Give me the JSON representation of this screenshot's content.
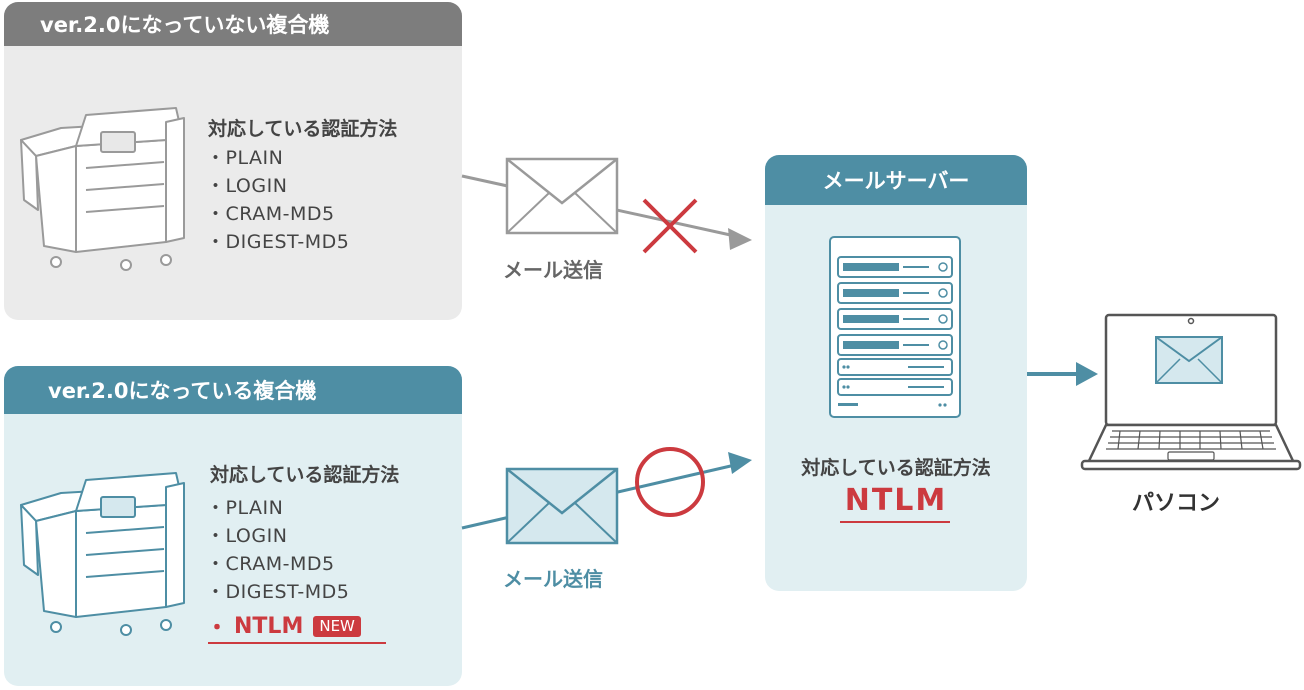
{
  "old_device": {
    "title": "ver.2.0になっていない複合機",
    "auth_title": "対応している認証方法",
    "methods": [
      "PLAIN",
      "LOGIN",
      "CRAM-MD5",
      "DIGEST-MD5"
    ]
  },
  "new_device": {
    "title": "ver.2.0になっている複合機",
    "auth_title": "対応している認証方法",
    "methods": [
      "PLAIN",
      "LOGIN",
      "CRAM-MD5",
      "DIGEST-MD5"
    ],
    "new_method": "NTLM",
    "new_badge": "NEW"
  },
  "send_label_top": "メール送信",
  "send_label_bottom": "メール送信",
  "server": {
    "title": "メールサーバー",
    "auth_title": "対応している認証方法",
    "method": "NTLM"
  },
  "pc_label": "パソコン",
  "colors": {
    "gray": "#7d7d7d",
    "teal": "#4e8ea4",
    "red": "#cc3a3f",
    "light_gray": "#ebebeb",
    "light_teal": "#e1eff2"
  },
  "icons": {
    "old_printer": "multifunction-printer-icon",
    "new_printer": "multifunction-printer-icon",
    "envelope": "envelope-icon",
    "rejected": "cross-mark-icon",
    "accepted": "circle-mark-icon",
    "server": "server-rack-icon",
    "pc": "laptop-icon"
  }
}
